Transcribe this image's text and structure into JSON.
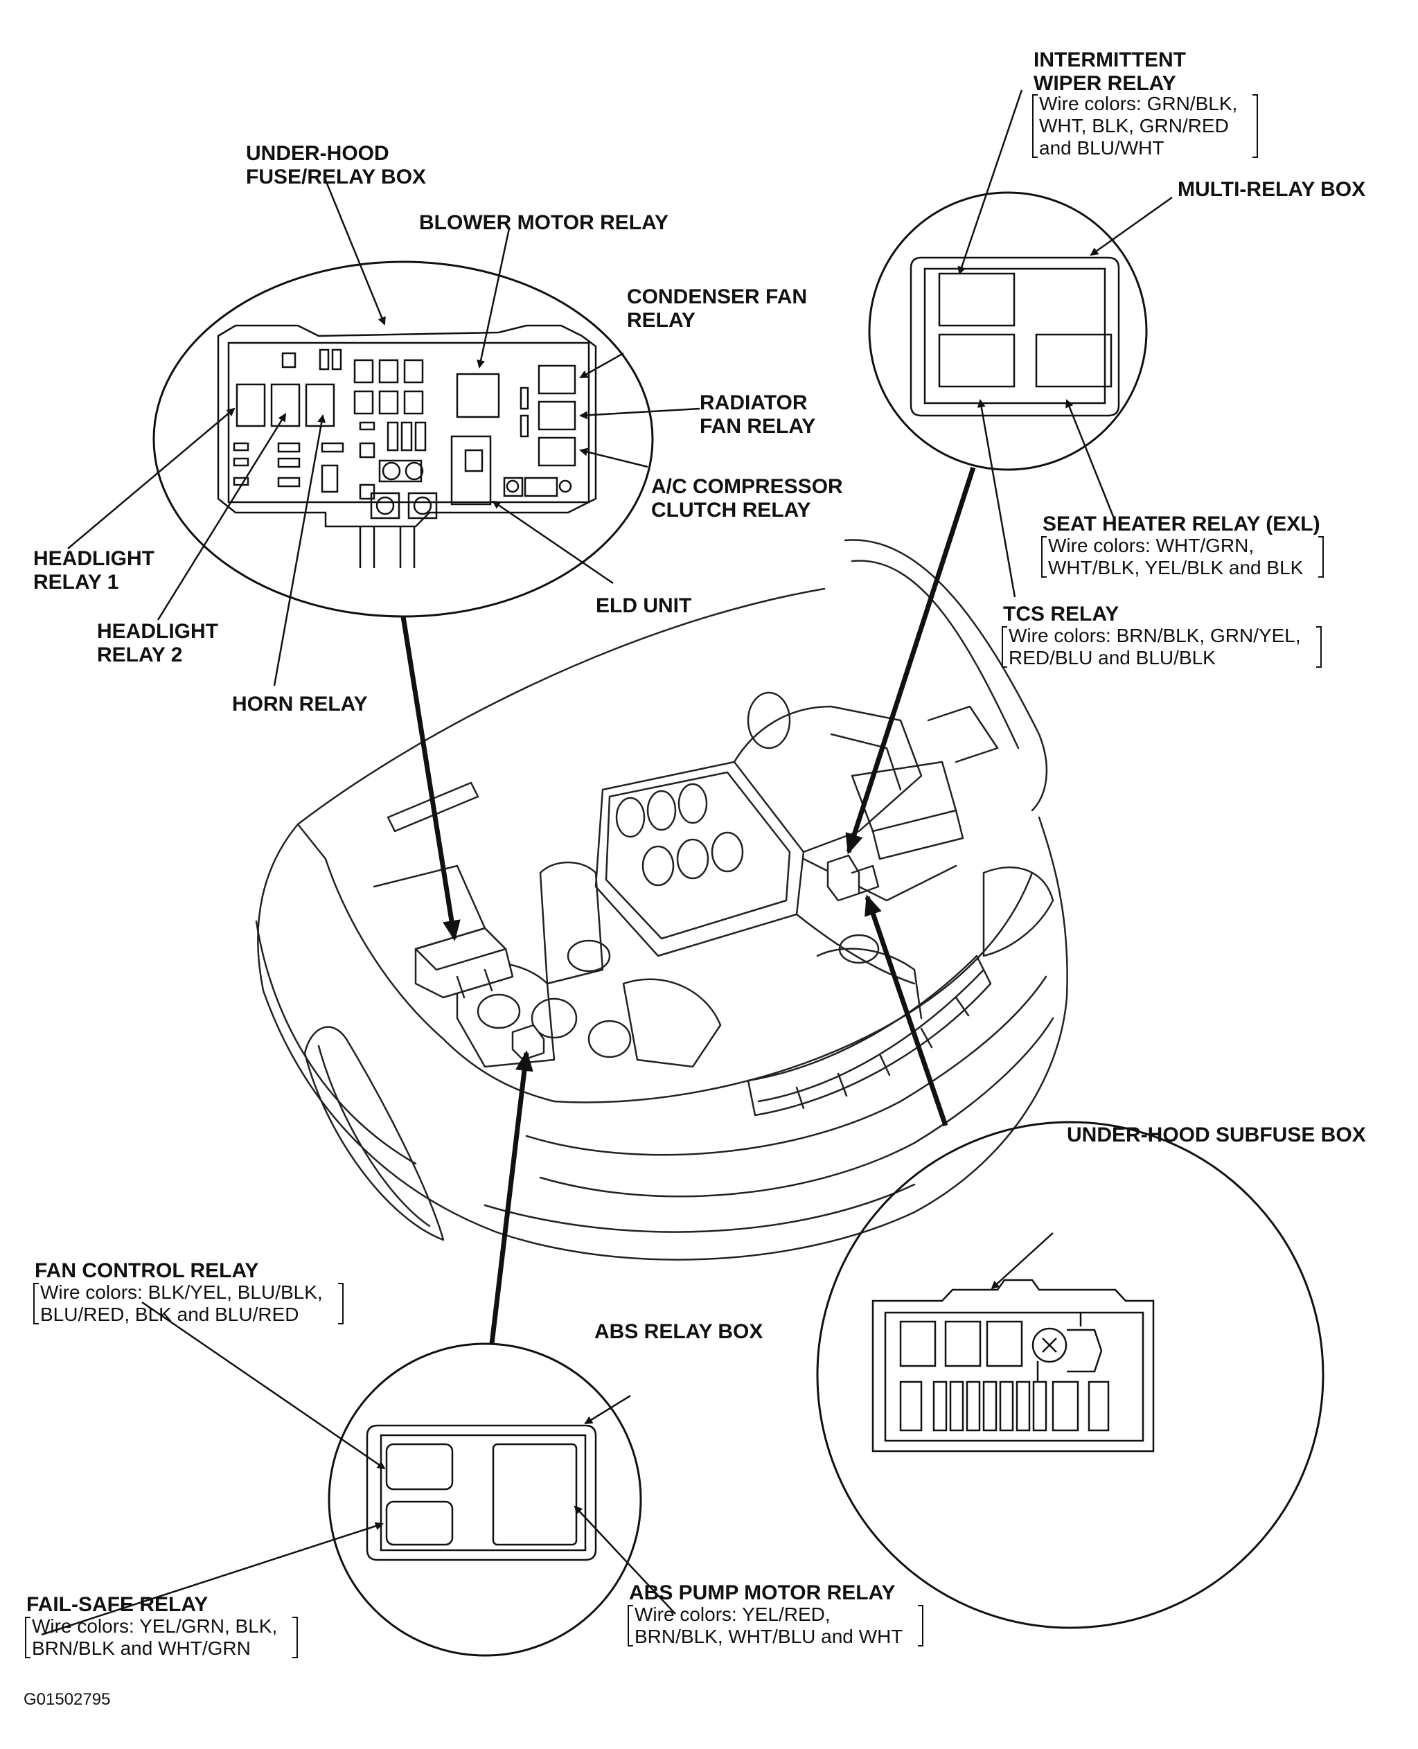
{
  "figure_code": "G01502795",
  "labels": {
    "under_hood_fuse_box": [
      "UNDER-HOOD",
      "FUSE/RELAY BOX"
    ],
    "blower_motor_relay": "BLOWER MOTOR RELAY",
    "condenser_fan_relay": [
      "CONDENSER FAN",
      "RELAY"
    ],
    "radiator_fan_relay": [
      "RADIATOR",
      "FAN RELAY"
    ],
    "ac_compressor_clutch_relay": [
      "A/C COMPRESSOR",
      "CLUTCH RELAY"
    ],
    "eld_unit": "ELD UNIT",
    "headlight_relay_1": [
      "HEADLIGHT",
      "RELAY 1"
    ],
    "headlight_relay_2": [
      "HEADLIGHT",
      "RELAY 2"
    ],
    "horn_relay": "HORN RELAY",
    "intermittent_wiper_relay": {
      "title": [
        "INTERMITTENT",
        "WIPER RELAY"
      ],
      "wires": [
        "Wire colors: GRN/BLK,",
        "WHT, BLK, GRN/RED",
        "and BLU/WHT"
      ]
    },
    "multi_relay_box": "MULTI-RELAY BOX",
    "seat_heater_relay": {
      "title": "SEAT HEATER RELAY (EXL)",
      "wires": [
        "Wire colors: WHT/GRN,",
        "WHT/BLK, YEL/BLK and BLK"
      ]
    },
    "tcs_relay": {
      "title": "TCS RELAY",
      "wires": [
        "Wire colors: BRN/BLK, GRN/YEL,",
        "RED/BLU and BLU/BLK"
      ]
    },
    "under_hood_subfuse_box": "UNDER-HOOD SUBFUSE BOX",
    "fan_control_relay": {
      "title": "FAN CONTROL RELAY",
      "wires": [
        "Wire colors: BLK/YEL, BLU/BLK,",
        "BLU/RED, BLK and BLU/RED"
      ]
    },
    "abs_relay_box": "ABS RELAY BOX",
    "fail_safe_relay": {
      "title": "FAIL-SAFE RELAY",
      "wires": [
        "Wire colors: YEL/GRN, BLK,",
        "BRN/BLK and WHT/GRN"
      ]
    },
    "abs_pump_motor_relay": {
      "title": "ABS PUMP MOTOR RELAY",
      "wires": [
        "Wire colors: YEL/RED,",
        "BRN/BLK, WHT/BLU and WHT"
      ]
    }
  }
}
